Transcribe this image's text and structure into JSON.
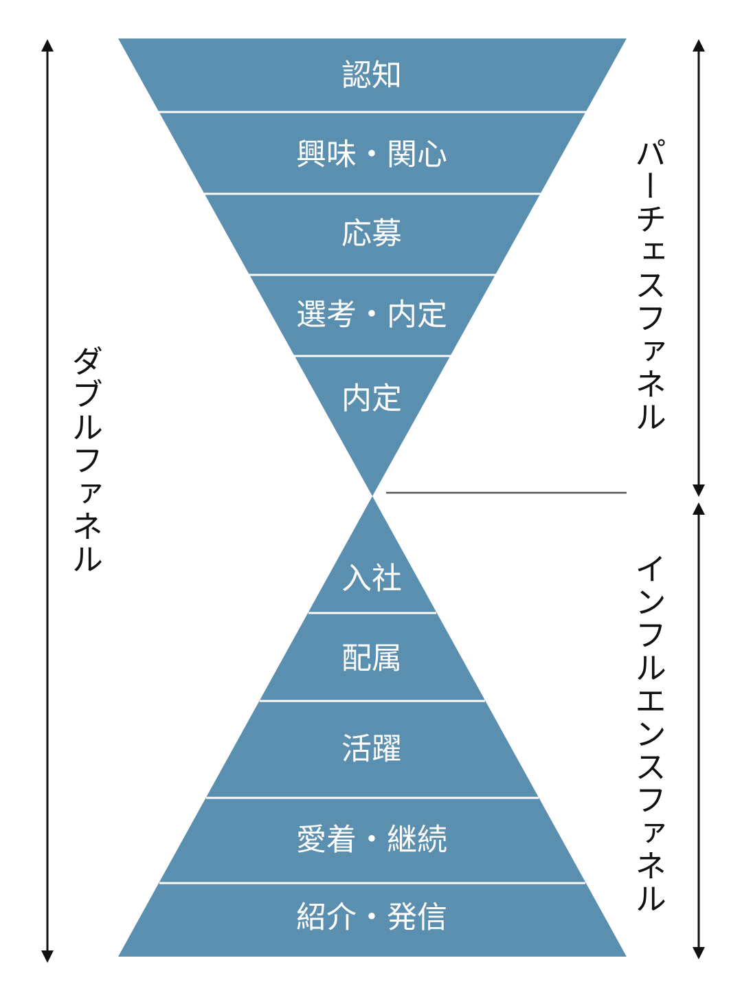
{
  "colors": {
    "funnel_fill": "#5b8fb0",
    "divider": "#ffffff",
    "arrow": "#111111",
    "separator": "#555555"
  },
  "purchase_funnel": {
    "label": "パーチェスファネル",
    "stages": [
      "認知",
      "興味・関心",
      "応募",
      "選考・内定",
      "内定"
    ]
  },
  "influence_funnel": {
    "label": "インフルエンスファネル",
    "stages": [
      "入社",
      "配属",
      "活躍",
      "愛着・継続",
      "紹介・発信"
    ]
  },
  "double_funnel": {
    "label": "ダブルファネル"
  }
}
